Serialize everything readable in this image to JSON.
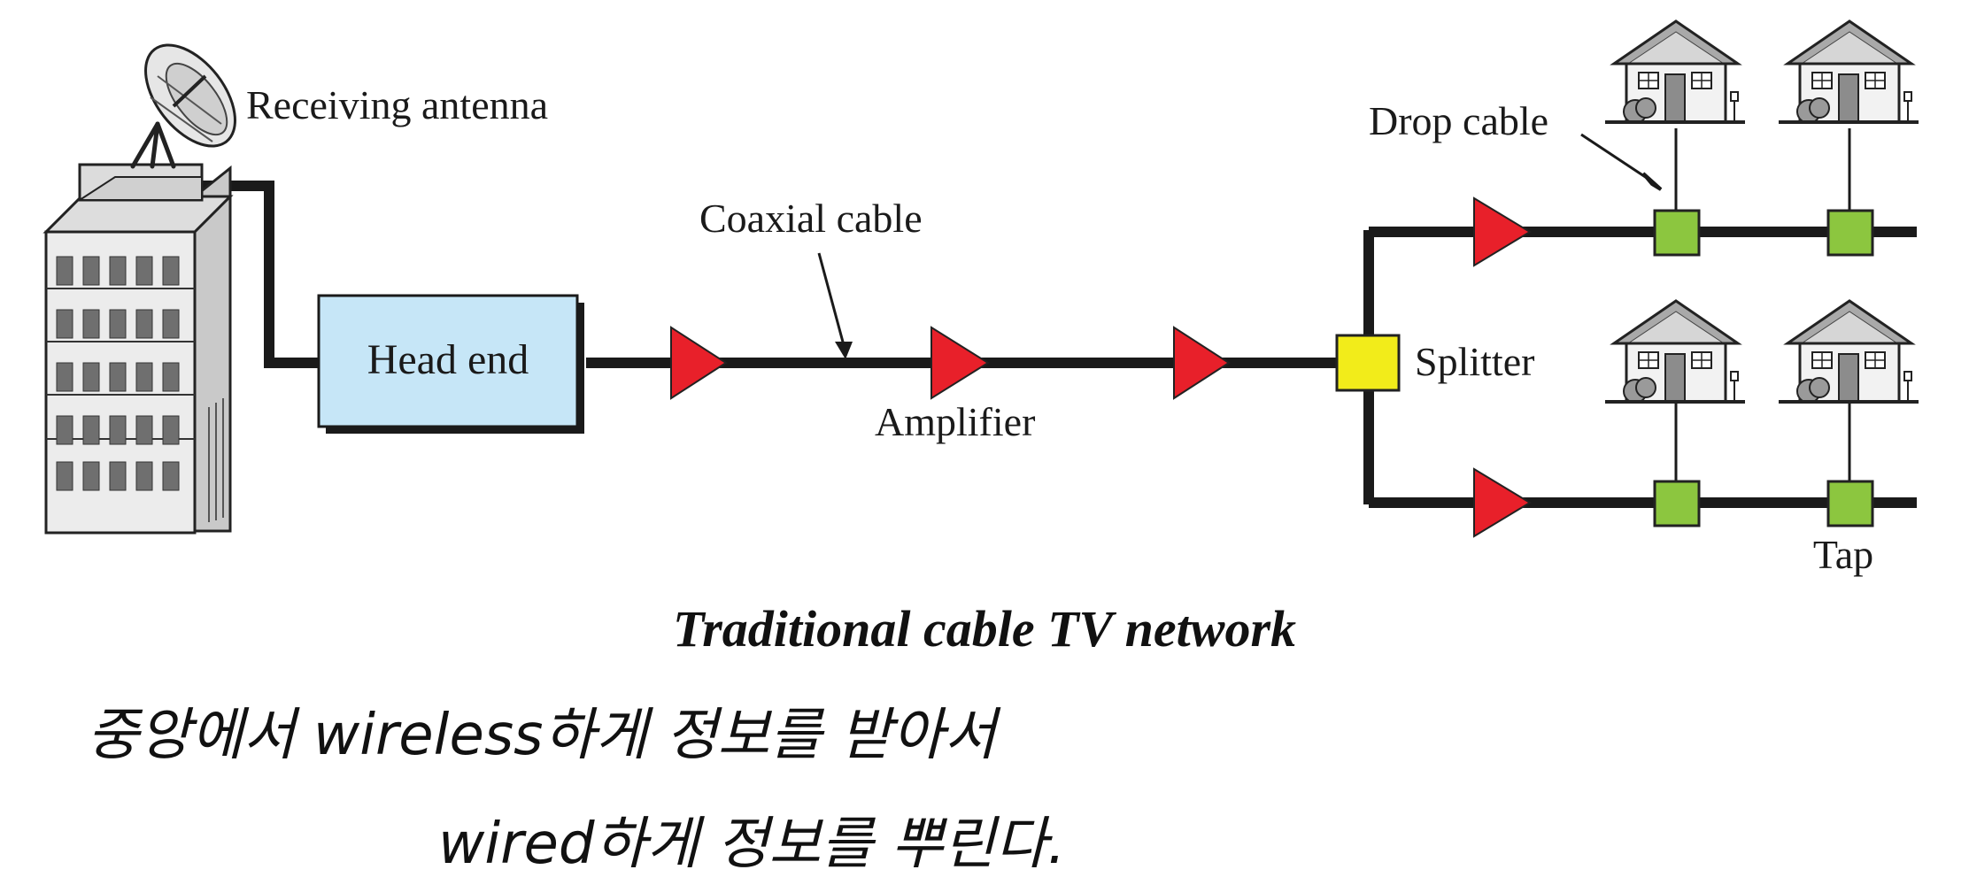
{
  "diagram": {
    "title": "Traditional cable TV network",
    "labels": {
      "receiving_antenna": "Receiving antenna",
      "head_end": "Head end",
      "coaxial_cable": "Coaxial cable",
      "amplifier": "Amplifier",
      "splitter": "Splitter",
      "drop_cable": "Drop cable",
      "tap": "Tap"
    },
    "colors": {
      "cable": "#1a1a1a",
      "head_end_fill": "#c6e6f7",
      "amplifier": "#e8202a",
      "splitter": "#f2ec1a",
      "tap": "#8cc63f",
      "building": "#ececec",
      "house_roof": "#a9a9a9"
    }
  },
  "notes": {
    "line1": "중앙에서 wireless하게 정보를 받아서",
    "line2": "wired하게 정보를 뿌린다."
  }
}
